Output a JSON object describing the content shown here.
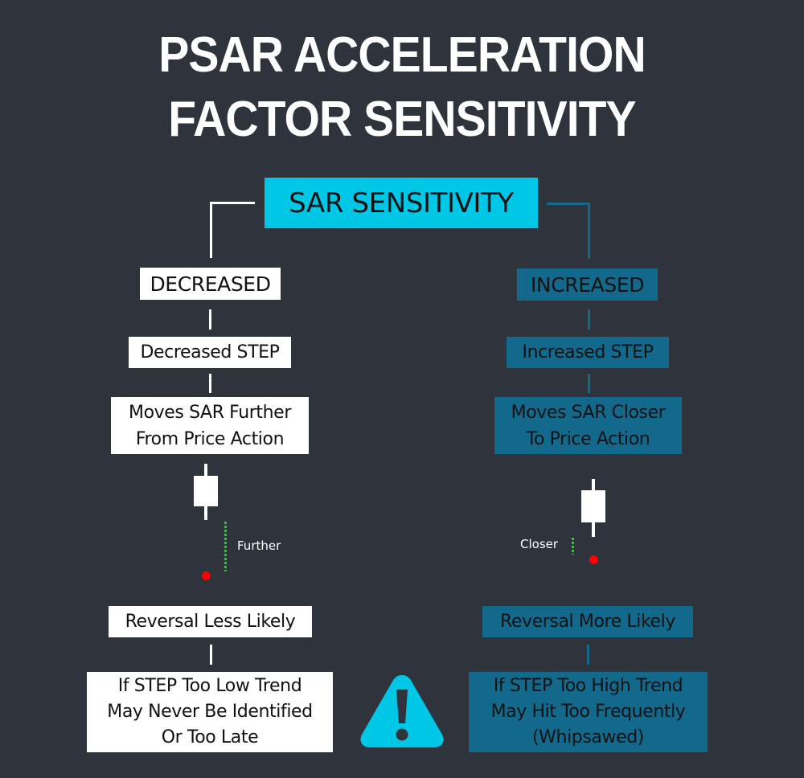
{
  "title": {
    "line1": "PSAR ACCELERATION",
    "line2": "FACTOR SENSITIVITY"
  },
  "root": {
    "label": "SAR SENSITIVITY"
  },
  "left_branch": {
    "header": "DECREASED",
    "step": "Decreased STEP",
    "effect_line1": "Moves SAR Further",
    "effect_line2": "From Price Action",
    "distance_label": "Further",
    "reversal": "Reversal Less Likely",
    "warning_line1": "If STEP Too Low Trend",
    "warning_line2": "May Never Be Identified",
    "warning_line3": "Or Too Late"
  },
  "right_branch": {
    "header": "INCREASED",
    "step": "Increased STEP",
    "effect_line1": "Moves SAR Closer",
    "effect_line2": "To Price Action",
    "distance_label": "Closer",
    "reversal": "Reversal More Likely",
    "warning_line1": "If STEP Too High Trend",
    "warning_line2": "May Hit Too Frequently",
    "warning_line3": "(Whipsawed)"
  },
  "icons": {
    "warning": "warning-triangle-icon"
  },
  "colors": {
    "background": "#2e333c",
    "root_box": "#00c7e6",
    "left_branch": "#ffffff",
    "right_branch": "#13698c",
    "sar_dot": "#ff0000",
    "distance_dots": "#1fd21f",
    "warning_icon": "#00c7e6"
  }
}
